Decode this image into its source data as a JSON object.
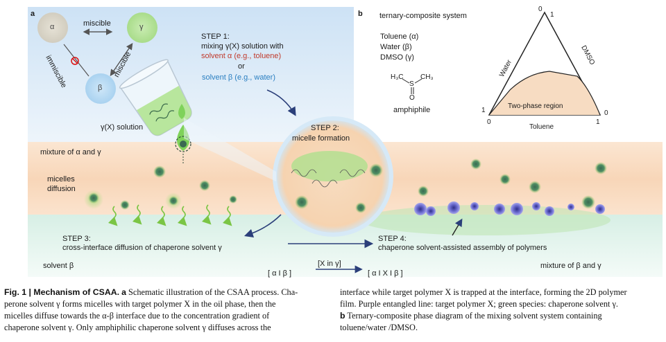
{
  "panel_a": {
    "letter": "a",
    "alpha": "α",
    "beta": "β",
    "gamma": "γ",
    "miscible_top": "miscible",
    "immiscible": "immiscible",
    "miscible_right": "miscible",
    "gx_solution": "γ(X) solution",
    "step1_title": "STEP 1:",
    "step1_line1": "mixing γ(X) solution with",
    "step1_line2": "solvent α (e.g., toluene)",
    "step1_line3": "or",
    "step1_line4": "solvent β (e.g., water)",
    "step2_title": "STEP 2:",
    "step2_line1": "micelle formation",
    "mixture_ag": "mixture of α and γ",
    "micelles": "micelles",
    "diffusion": "diffusion",
    "step3_title": "STEP 3:",
    "step3_line1": "cross-interface diffusion of chaperone solvent γ",
    "step4_title": "STEP 4:",
    "step4_line1": "chaperone solvent-assisted assembly of polymers",
    "solvent_b": "solvent β",
    "mixture_bg": "mixture of β and γ",
    "interface_before": "[ α I β ]",
    "x_in_y": "[X in γ]",
    "interface_after": "[ α I X I β ]"
  },
  "panel_b": {
    "letter": "b",
    "title": "ternary-composite system",
    "toluene_a": "Toluene  (α)",
    "water_b": "Water  (β)",
    "dmso_g": "DMSO (γ)",
    "amphiphile": "amphiphile",
    "molecule_left": "H₃C",
    "molecule_s": "S",
    "molecule_right": "CH₃",
    "molecule_o": "O",
    "axis_water": "Water",
    "axis_dmso": "DMSO",
    "axis_toluene": "Toluene",
    "region": "Two-phase region",
    "tick_top0": "0",
    "tick_top1": "1",
    "tick_left1": "1",
    "tick_left0": "0",
    "tick_right0": "0",
    "tick_right1": "1"
  },
  "caption": {
    "left_bold": "Fig. 1 | Mechanism of CSAA.",
    "left_a": "a",
    "left_text1": " Schematic illustration of the CSAA process. Cha-",
    "left_line2": "perone solvent γ forms micelles with target polymer X in the oil phase, then the",
    "left_line3": "micelles diffuse towards the α-β interface due to the concentration gradient of",
    "left_line4": "chaperone solvent γ. Only amphiphilic chaperone solvent γ diffuses across the",
    "right_line1": "interface while target polymer X is trapped at the interface, forming the 2D polymer",
    "right_line2": "film. Purple entangled line: target polymer X; green species: chaperone solvent γ.",
    "right_b": "b",
    "right_line3": " Ternary-composite phase diagram of the mixing solvent system containing",
    "right_line4": "toluene/water /DMSO."
  },
  "colors": {
    "sky": "#d7eaf8",
    "oil": "#f9dcc0",
    "water": "#d8efe6",
    "green": "#5fbf3f",
    "purple": "#6f6fd2",
    "two_phase": "#f7dcc2"
  }
}
